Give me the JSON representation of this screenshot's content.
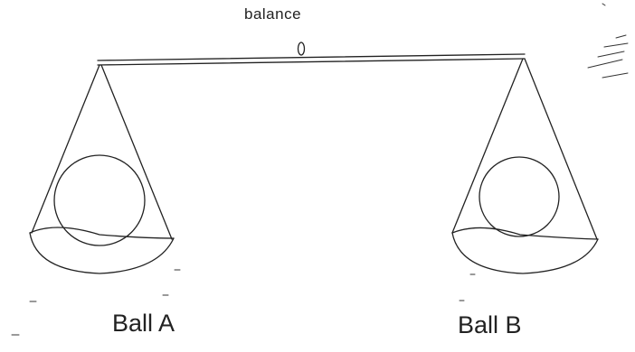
{
  "diagram": {
    "top_label": "balance",
    "left_label": "Ball A",
    "right_label": "Ball B"
  }
}
